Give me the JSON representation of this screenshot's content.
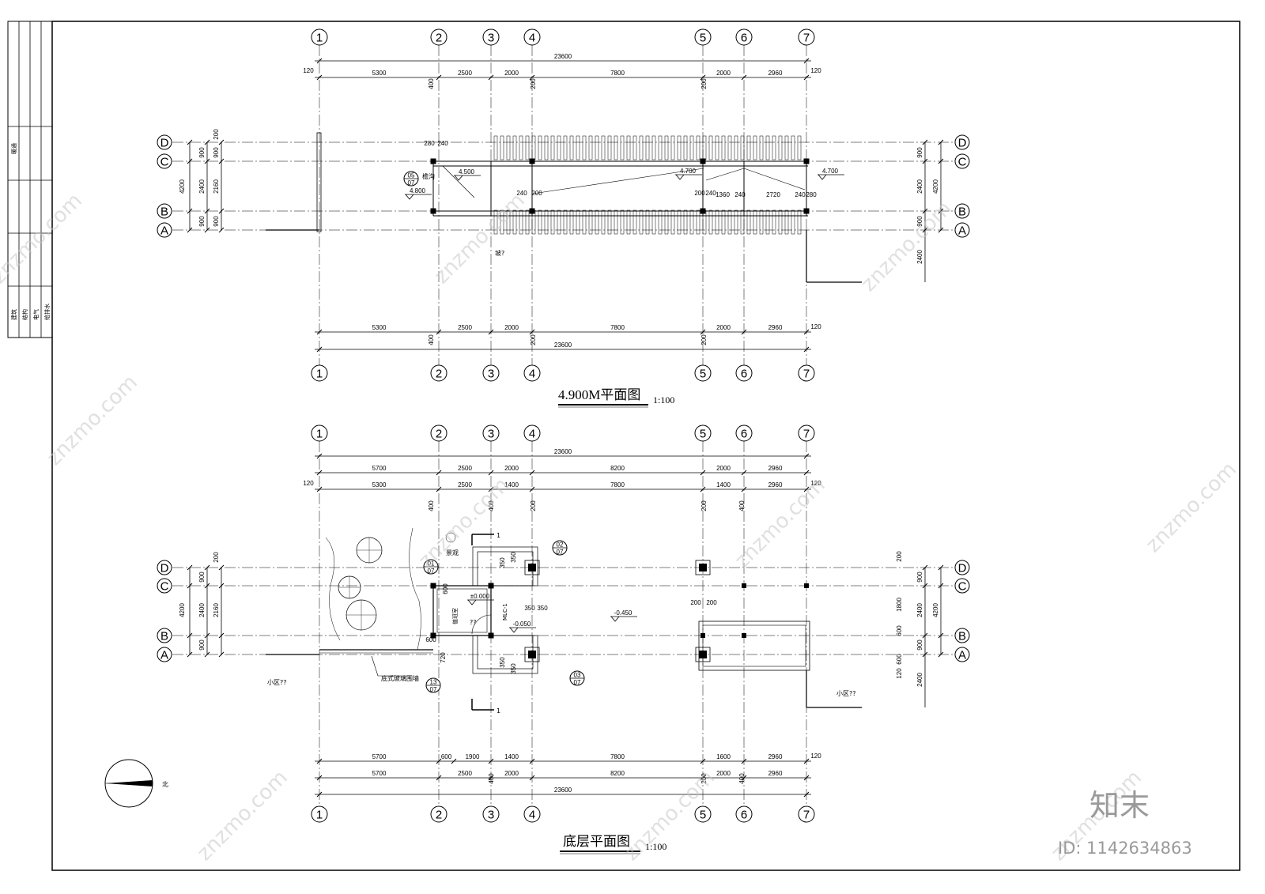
{
  "plans": [
    {
      "title": "4.900M平面图",
      "scale": "1:100",
      "axes_top": [
        "1",
        "2",
        "3",
        "4",
        "5",
        "6",
        "7"
      ],
      "axes_side": [
        "D",
        "C",
        "B",
        "A"
      ],
      "total_dim": "23600",
      "top_dims": [
        "5300",
        "2500",
        "2000",
        "7800",
        "2000",
        "2960"
      ],
      "bottom_dims": [
        "5300",
        "2500",
        "2000",
        "7800",
        "2000",
        "2960"
      ],
      "side_dims_left": [
        "900",
        "2400",
        "900"
      ],
      "left_outer": "4200",
      "left_inner": "2160",
      "elevations": [
        "4.500",
        "4.700",
        "4.700",
        "4.800"
      ],
      "detail_tags": [
        {
          "top": "05",
          "bottom": "07"
        }
      ],
      "notes": [
        "檐沟",
        "坡?"
      ]
    },
    {
      "title": "底层平面图",
      "scale": "1:100",
      "axes_top": [
        "1",
        "2",
        "3",
        "4",
        "5",
        "6",
        "7"
      ],
      "axes_side": [
        "D",
        "C",
        "B",
        "A"
      ],
      "total_dim": "23600",
      "top_dims_1": [
        "5700",
        "2500",
        "2000",
        "8200",
        "2000",
        "2960"
      ],
      "top_dims_2": [
        "5300",
        "2500",
        "1400",
        "7800",
        "1400",
        "2960"
      ],
      "bottom_dims_1": [
        "5700",
        "600",
        "1900",
        "1400",
        "7800",
        "1600",
        "2960"
      ],
      "bottom_dims_2": [
        "5700",
        "2500",
        "2000",
        "8200",
        "2000",
        "2960"
      ],
      "elevations": [
        "±0.000",
        "-0.050",
        "-0.450"
      ],
      "labels": [
        "值班室",
        "MLC-1",
        "??",
        "小区??",
        "小区??",
        "底式玻璃围墙",
        "景观"
      ],
      "detail_tags": [
        {
          "top": "01",
          "bottom": "07"
        },
        {
          "top": "02",
          "bottom": "07"
        },
        {
          "top": "03",
          "bottom": "07"
        },
        {
          "top": "13",
          "bottom": "07"
        }
      ],
      "section_mark": "1"
    }
  ],
  "north_label": "北",
  "sidebar": {
    "cells": [
      "暖通",
      "建筑",
      "结构",
      "电气",
      "给排水"
    ]
  },
  "watermark": {
    "text": "znzmo.com",
    "brand": "知末",
    "id": "ID: 1142634863"
  }
}
